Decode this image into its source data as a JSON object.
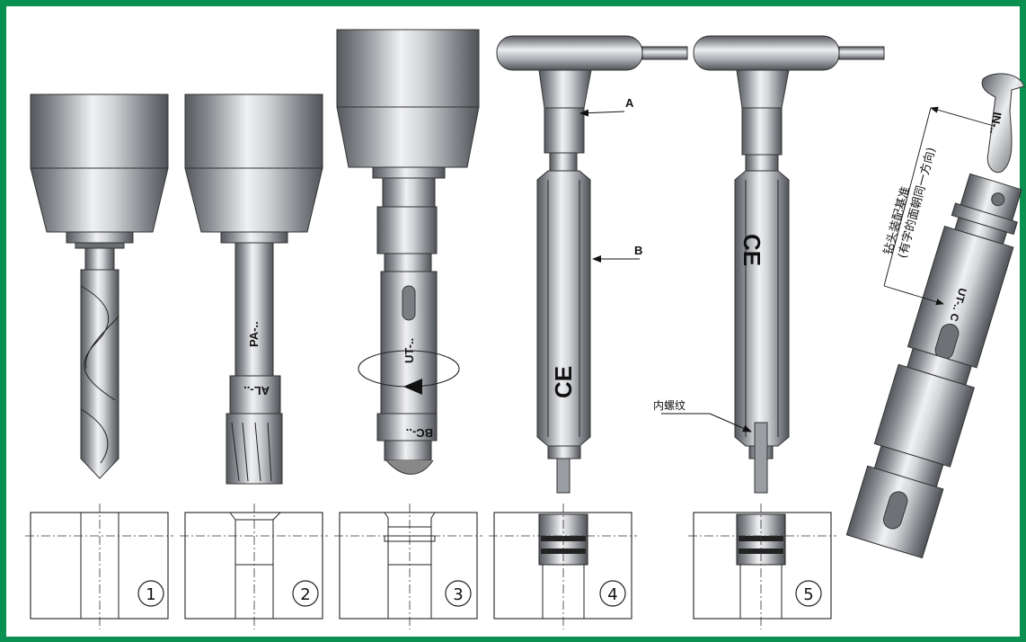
{
  "colors": {
    "frame": "#0a9152",
    "metal_dark": "#5e6166",
    "metal_light": "#e9eaec"
  },
  "labels": {
    "tool2_upper": "PA-..",
    "tool2_lower": "AL-..",
    "tool3_upper": "UT-..",
    "tool3_lower": "BC-..",
    "tool4_body": "CE",
    "tool5_body": "CE",
    "callout_a": "A",
    "callout_b": "B",
    "inner_thread": "内螺纹",
    "assembly_in": "IN-..",
    "assembly_ut": "UT-.. C",
    "note_line1": "钻头装配基准",
    "note_line2": "(有字的面朝同一方向)"
  },
  "steps": [
    "1",
    "2",
    "3",
    "4",
    "5"
  ],
  "icons": [
    "rotation-arrow-icon"
  ]
}
